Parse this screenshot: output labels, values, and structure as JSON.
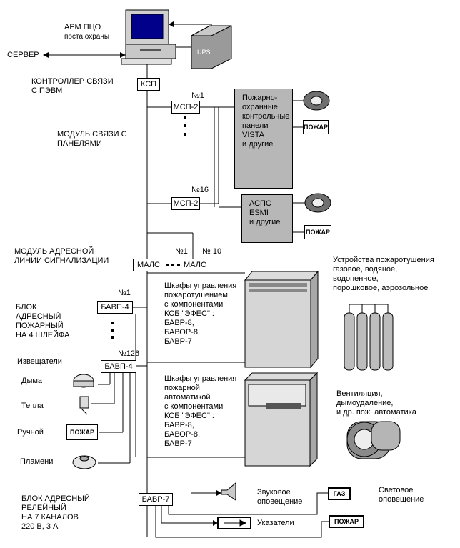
{
  "workstation": {
    "line1": "АРМ ПЦО",
    "line2": "поста охраны"
  },
  "ups_label": "UPS",
  "server_label": "СЕРВЕР",
  "controller_label": "КОНТРОЛЛЕР СВЯЗИ\nС ПЭВМ",
  "ksp_label": "КСП",
  "msp": {
    "first_num": "№1",
    "first_label": "МСП-2",
    "last_num": "№16",
    "last_label": "МСП-2"
  },
  "module_label": "МОДУЛЬ СВЯЗИ С\nПАНЕЛЯМИ",
  "vista_panel_text": "Пожарно-\nохранные\nконтрольные\nпанели\nVISTA\nи другие",
  "esmi_panel_text": "АСПС\nESMI\nи другие",
  "fire_sign": "ПОЖАР",
  "gas_sign": "ГАЗ",
  "address_module_label": "МОДУЛЬ АДРЕСНОЙ\nЛИНИИ СИГНАЛИЗАЦИИ",
  "mals": {
    "first_num": "№1",
    "first_label": "МАЛС",
    "last_num": "№ 10",
    "last_label": "МАЛС"
  },
  "extinguish_devices": "Устройства пожаротушения\nгазовое, водяное,\nводопенное,\nпорошковое, аэрозольное",
  "block_fire_label": "БЛОК\nАДРЕСНЫЙ\nПОЖАРНЫЙ\nНА 4 ШЛЕЙФА",
  "bavp": {
    "first_num": "№1",
    "first_label": "БАВП-4",
    "last_num": "№126",
    "last_label": "БАВП-4"
  },
  "cabinet_extinguish": "Шкафы управления\nпожаротушением\nс компонентами\nКСБ \"ЭФЕС\" :\nБАВР-8,\nБАВОР-8,\nБАВР-7",
  "cabinet_automation": "Шкафы управления\nпожарной\nавтоматикой\nс компонентами\nКСБ \"ЭФЕС\" :\nБАВР-8,\nБАВОР-8,\nБАВР-7",
  "ventilation": "Вентиляция,\nдымоудаление,\nи др.  пож. автоматика",
  "detectors": {
    "title": "Извещатели",
    "smoke": "Дыма",
    "heat": "Тепла",
    "manual": "Ручной",
    "flame": "Пламени"
  },
  "relay_block_label": "БЛОК АДРЕСНЫЙ\nРЕЛЕЙНЫЙ\nНА 7 КАНАЛОВ\n220 В, 3 А",
  "bavr_label": "БАВР-7",
  "sound_alert": "Звуковое\nоповещение",
  "light_alert": "Световое\nоповещение",
  "pointers": "Указатели"
}
